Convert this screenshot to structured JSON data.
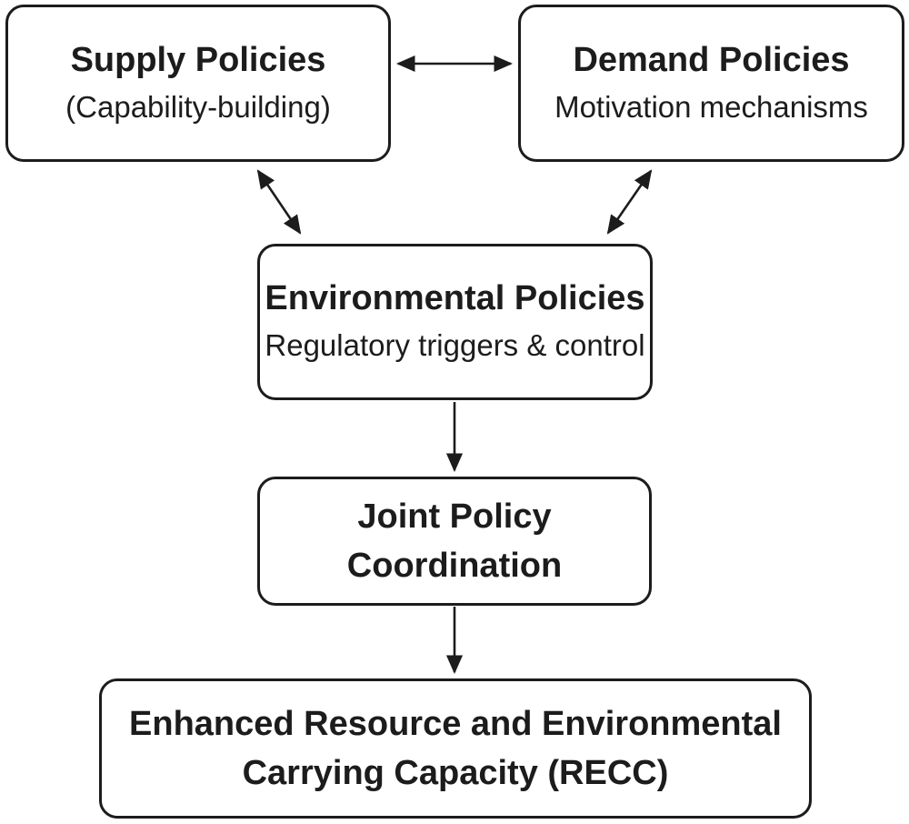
{
  "diagram": {
    "background_color": "#ffffff",
    "stroke_color": "#1c1c1c",
    "nodes": {
      "supply": {
        "title": "Supply Policies",
        "subtitle": "(Capability-building)"
      },
      "demand": {
        "title": "Demand Policies",
        "subtitle": "Motivation mechanisms"
      },
      "environmental": {
        "title": "Environmental Policies",
        "subtitle": "Regulatory triggers & control"
      },
      "joint": {
        "line1": "Joint Policy",
        "line2": "Coordination"
      },
      "recc": {
        "line1": "Enhanced Resource and Environmental",
        "line2": "Carrying Capacity (RECC)"
      }
    },
    "edges": [
      {
        "from": "supply",
        "to": "demand",
        "type": "bidirectional"
      },
      {
        "from": "supply",
        "to": "environmental",
        "type": "bidirectional"
      },
      {
        "from": "demand",
        "to": "environmental",
        "type": "bidirectional"
      },
      {
        "from": "environmental",
        "to": "joint",
        "type": "directed"
      },
      {
        "from": "joint",
        "to": "recc",
        "type": "directed"
      }
    ]
  }
}
